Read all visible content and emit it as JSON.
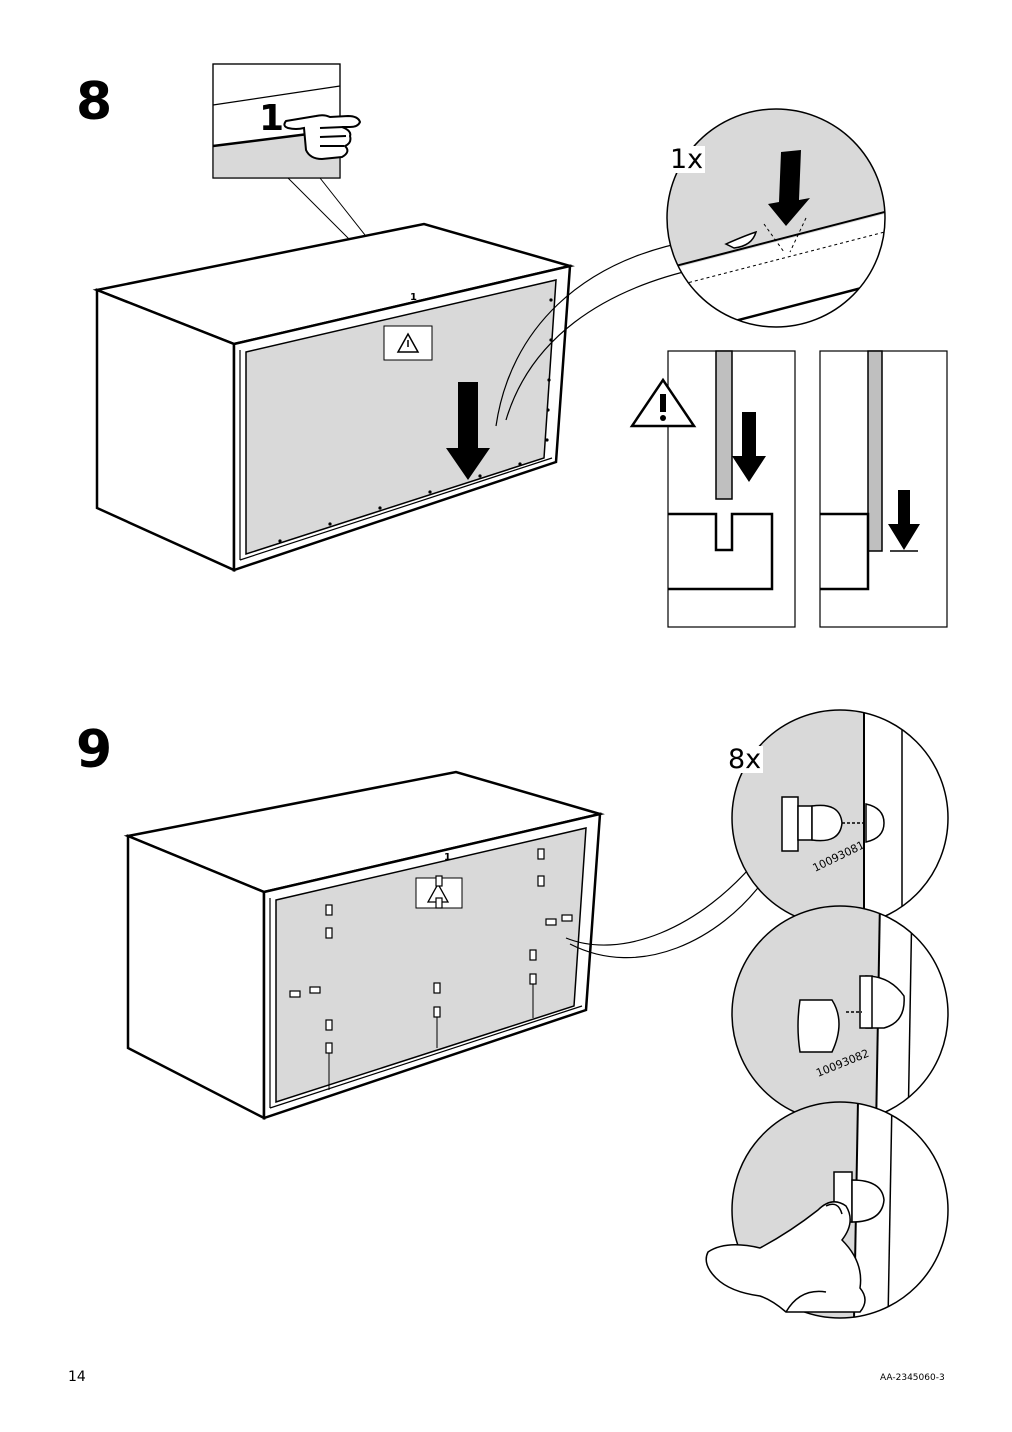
{
  "page": {
    "page_number": "14",
    "document_code": "AA-2345060-3"
  },
  "step8": {
    "number": "8",
    "quantity": "1x",
    "panel_marker": "1",
    "colors": {
      "panel_fill": "#d9d9d9",
      "line": "#000000",
      "board": "#bfbfbf"
    },
    "icons": [
      "pointing-hand-icon",
      "warning-triangle-icon",
      "down-arrow-icon"
    ]
  },
  "step9": {
    "number": "9",
    "quantity": "8x",
    "panel_marker": "1",
    "parts": [
      {
        "part_number": "10093081"
      },
      {
        "part_number": "10093082"
      }
    ],
    "icons": [
      "hand-pressing-icon",
      "connector-fitting-icon"
    ]
  }
}
